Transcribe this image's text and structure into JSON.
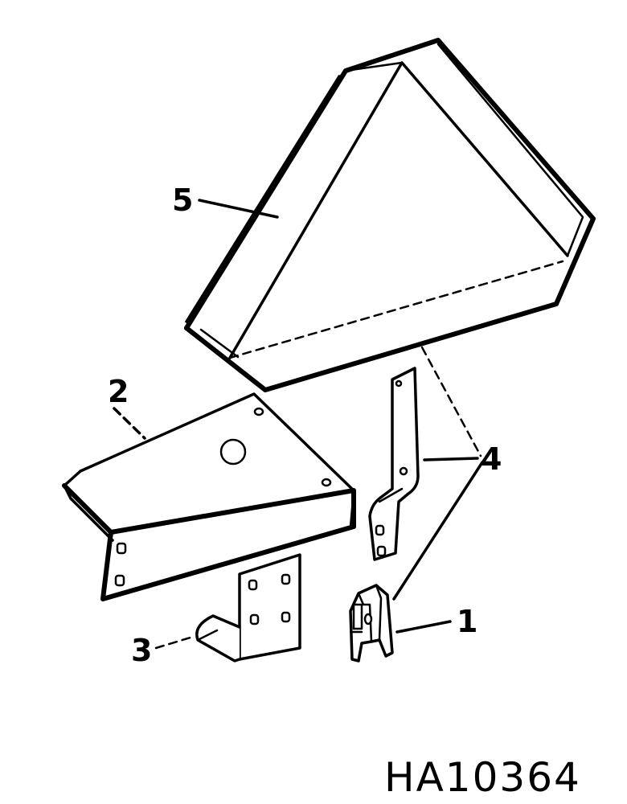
{
  "callouts": [
    {
      "id": "p1",
      "label": "1"
    },
    {
      "id": "p2",
      "label": "2"
    },
    {
      "id": "p3",
      "label": "3"
    },
    {
      "id": "p4",
      "label": "4"
    },
    {
      "id": "p5",
      "label": "5"
    }
  ],
  "figure_code": "HA10364"
}
